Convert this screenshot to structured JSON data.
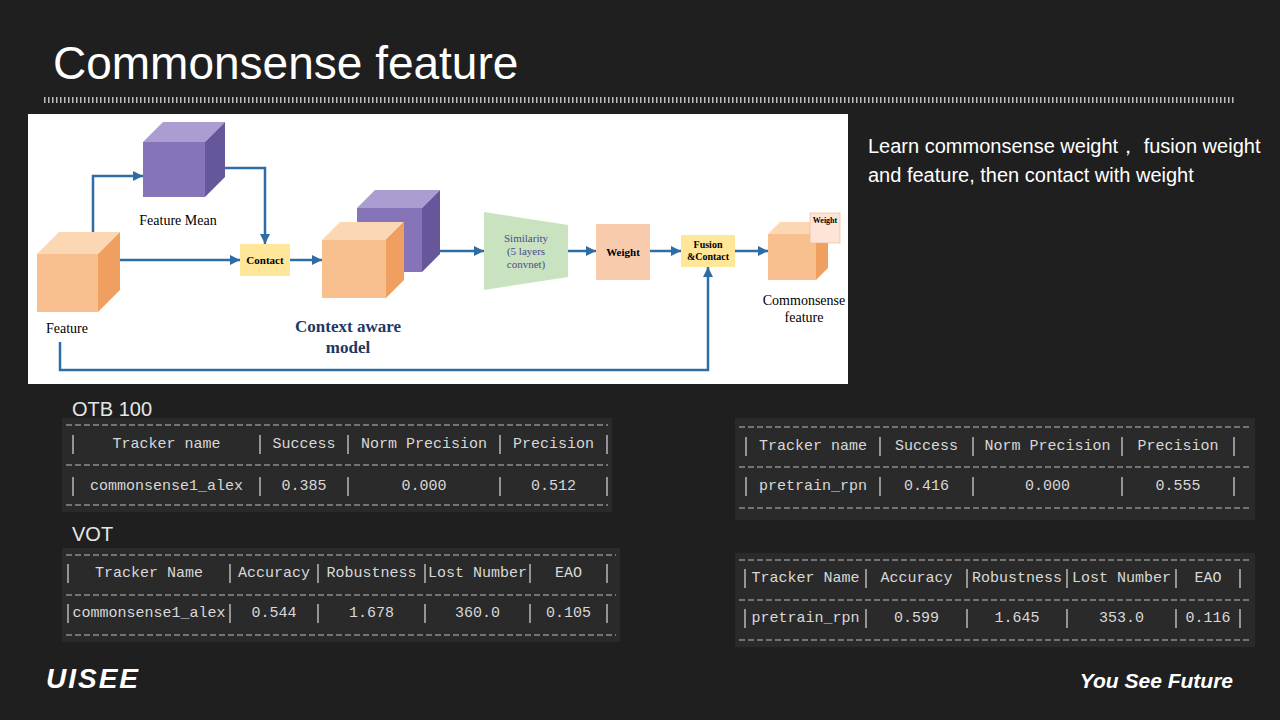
{
  "diagram": {
    "title": "Commonsense feature",
    "nodes": [
      {
        "text": [
          "Feature"
        ]
      },
      {
        "text": [
          "Feature Mean"
        ]
      },
      {
        "text": [
          "Contact"
        ]
      },
      {
        "text": [
          "Context aware model"
        ]
      },
      {
        "text": [
          "Similarity (5 layers convnet)"
        ]
      },
      {
        "text": [
          "Weight"
        ]
      },
      {
        "text": [
          "Fusion &Contact"
        ]
      },
      {
        "text": [
          "Weight",
          "Commonsense feature"
        ]
      }
    ],
    "edges": [
      {
        "from": 0,
        "to": 1,
        "arrow": "to"
      },
      {
        "from": 0,
        "to": 2,
        "arrow": "to"
      },
      {
        "from": 1,
        "to": 2,
        "arrow": "to"
      },
      {
        "from": 2,
        "to": 3,
        "arrow": "to"
      },
      {
        "from": 3,
        "to": 4,
        "arrow": "to"
      },
      {
        "from": 4,
        "to": 5,
        "arrow": "to"
      },
      {
        "from": 5,
        "to": 6,
        "arrow": "to"
      },
      {
        "from": 0,
        "to": 6,
        "arrow": "to"
      },
      {
        "from": 6,
        "to": 7,
        "arrow": "to"
      }
    ],
    "labels": [
      "Learn commonsense weight， fusion weight and feature, then contact with weight",
      "OTB 100",
      "Tracker name",
      "Success",
      "Norm Precision",
      "Precision",
      "commonsense1_alex",
      "0.385",
      "0.000",
      "0.512",
      "Tracker name",
      "Success",
      "Norm Precision",
      "Precision",
      "pretrain_rpn",
      "0.416",
      "0.000",
      "0.555",
      "VOT",
      "Tracker Name",
      "Accuracy",
      "Robustness",
      "Lost Number",
      "EAO",
      "commonsense1_alex",
      "0.544",
      "1.678",
      "360.0",
      "0.105",
      "Tracker Name",
      "Accuracy",
      "Robustness",
      "Lost Number",
      "EAO",
      "pretrain_rpn",
      "0.599",
      "1.645",
      "353.0",
      "0.116",
      "UISEE",
      "You See Future"
    ]
  }
}
